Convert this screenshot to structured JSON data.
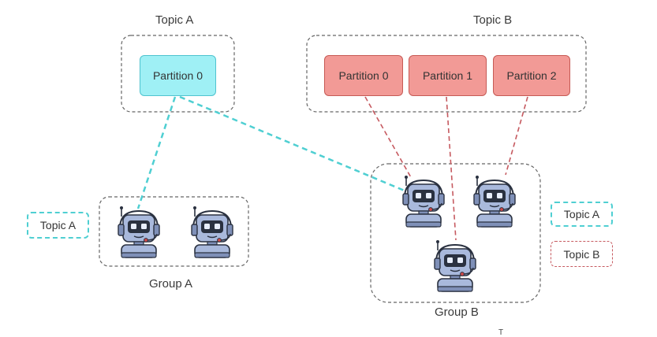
{
  "topic_a": {
    "title": "Topic A",
    "partitions": [
      {
        "label": "Partition 0"
      }
    ]
  },
  "topic_b": {
    "title": "Topic B",
    "partitions": [
      {
        "label": "Partition 0"
      },
      {
        "label": "Partition 1"
      },
      {
        "label": "Partition 2"
      }
    ]
  },
  "group_a": {
    "title": "Group A",
    "legend": "Topic A"
  },
  "group_b": {
    "title": "Group B",
    "legend": [
      "Topic A",
      "Topic B"
    ]
  },
  "cursor_text": "T",
  "colors": {
    "topic_a": "#4fcfd2",
    "topic_b": "#c65a60",
    "partition_a_fill": "#9ff0f5",
    "partition_b_fill": "#f29a96",
    "robot_body": "#a9b9dc",
    "robot_outline": "#2a3140"
  },
  "icons": [
    "robot-consumer-icon"
  ]
}
